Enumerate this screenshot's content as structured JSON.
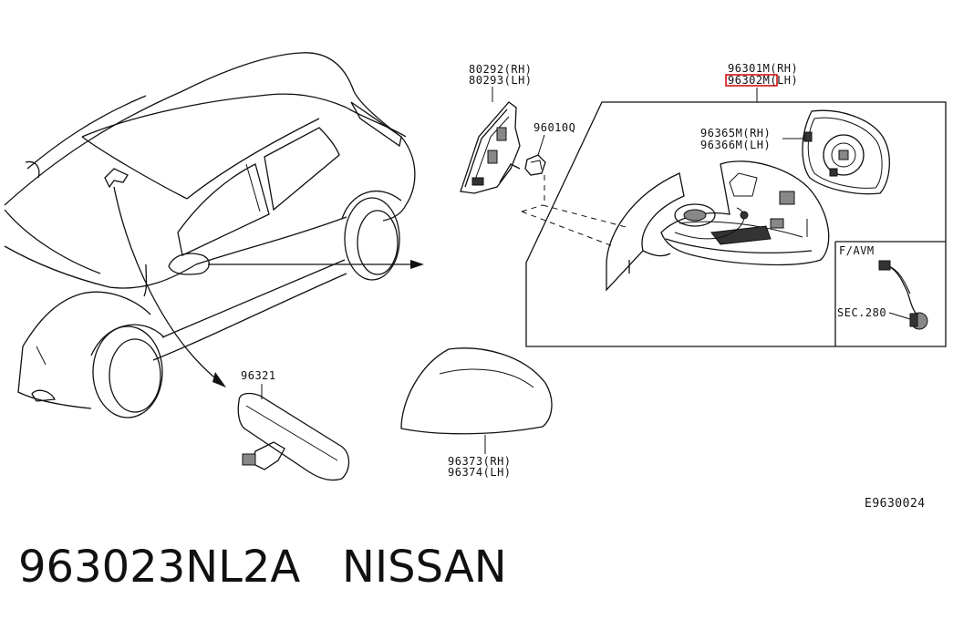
{
  "diagram": {
    "labels": {
      "bracket_rh": "80292(RH)",
      "bracket_lh": "80293(LH)",
      "clip": "96010Q",
      "mirror_assy_rh": "96301M(RH)",
      "mirror_assy_lh": "96302M(LH)",
      "glass_rh": "96365M(RH)",
      "glass_lh": "96366M(LH)",
      "variant": "F/AVM",
      "section_ref": "SEC.280",
      "inner_mirror": "96321",
      "cover_rh": "96373(RH)",
      "cover_lh": "96374(LH)"
    },
    "highlighted_part": "96302M(LH)",
    "highlight_color": "#d40000",
    "figure_code": "E9630024"
  },
  "caption": {
    "part_number": "963023NL2A",
    "brand": "NISSAN"
  }
}
